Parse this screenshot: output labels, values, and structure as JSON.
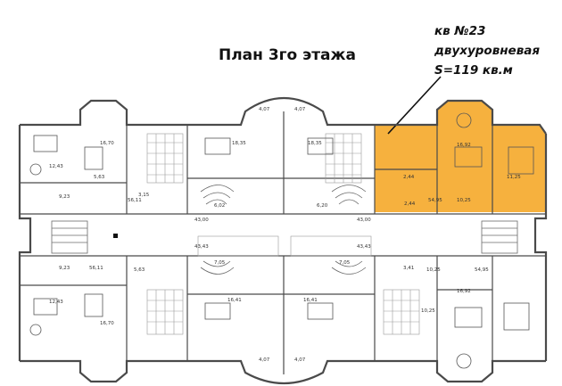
{
  "title": "План 3го этажа",
  "callout": {
    "apartment": "кв №23",
    "type": "двухуровневая",
    "area": "S=119 кв.м"
  },
  "colors": {
    "highlight": "#f5a623",
    "walls": "#4a4a4a",
    "background": "#ffffff"
  },
  "room_labels": {
    "top_center_left_bay": "4,07",
    "top_center_right_bay": "4,07",
    "bottom_center_left_bay": "4,07",
    "bottom_center_right_bay": "4,07",
    "tl_living": "16,70",
    "tl_kitchen": "12,43",
    "tl_hall": "9,23",
    "tl_small": "5,63",
    "tl_area": "56,11",
    "tl_wc": "3,15",
    "tc_living": "18,35",
    "tc_bed": "6,02",
    "tc_hall": "43,00",
    "tc_right_living": "18,35",
    "tc_right_bed": "6,20",
    "tc_right_hall": "43,00",
    "stair_left": "43,43",
    "stair_right": "43,43",
    "tr_living": "16,92",
    "tr_room": "11,25",
    "tr_bed": "10,25",
    "tr_kitchen": "2,44",
    "tr_area": "54,95",
    "tr_small": "2,44",
    "bl_living": "16,70",
    "bl_kitchen": "12,43",
    "bl_hall": "9,23",
    "bl_area": "56,11",
    "bl_small": "5,63",
    "bc_left_room": "16,41",
    "bc_left_small": "7,05",
    "bc_right_room": "16,41",
    "bc_right_small": "7,05",
    "bc_right_hall": "10,25",
    "br_living": "16,92",
    "br_kitchen": "10,25",
    "br_area": "54,95",
    "br_small": "3,41"
  }
}
